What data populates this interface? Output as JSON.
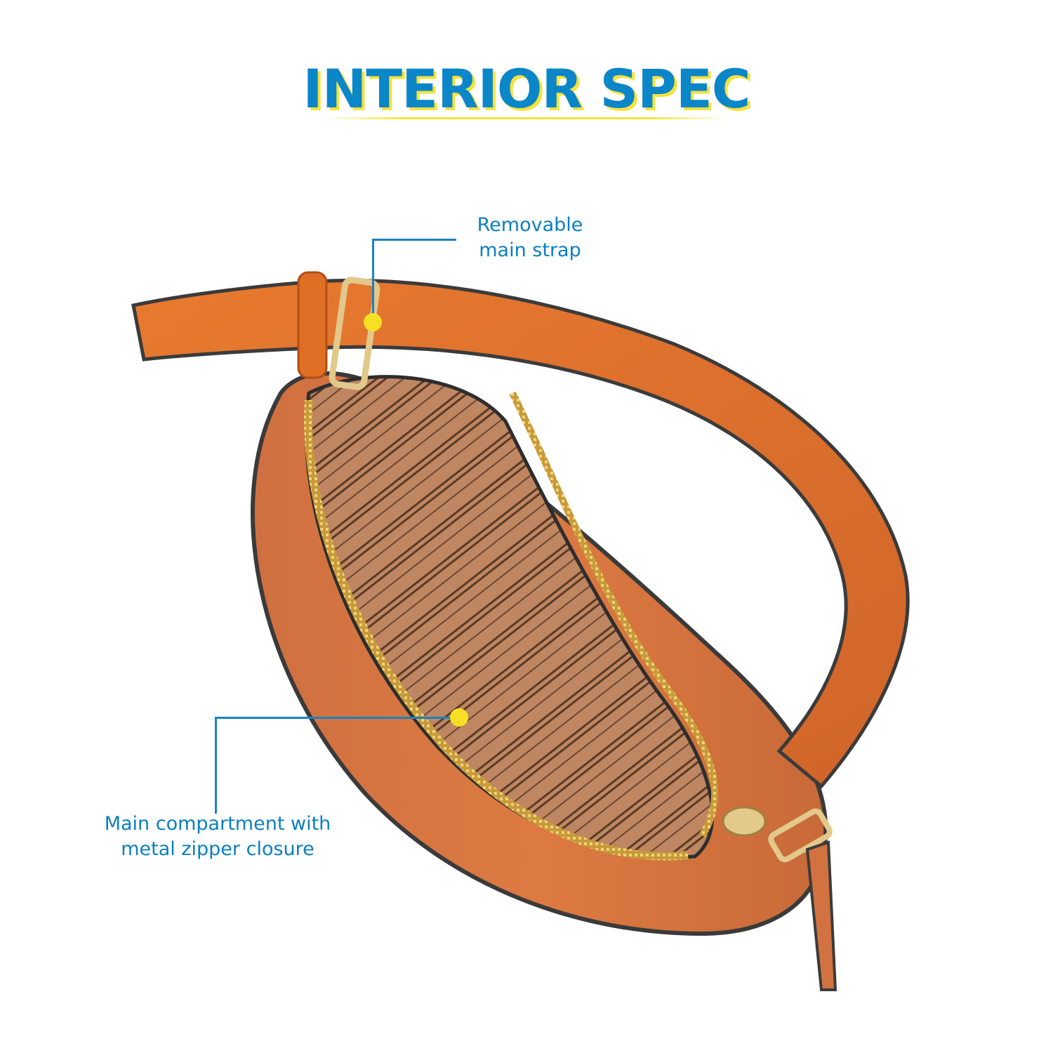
{
  "header": {
    "title": "INTERIOR SPEC",
    "title_color": "#0a86c9",
    "title_shadow_color": "#f5e23a"
  },
  "product": {
    "description": "Orange pebbled leather shoulder bag, open, showing striped brown lining",
    "leather_color": "#e0712a",
    "lining_color": "#b9805c",
    "hardware_color": "#d8b46a"
  },
  "callouts": [
    {
      "id": "strap",
      "text": "Removable main strap",
      "line1": "Removable",
      "line2": "main strap"
    },
    {
      "id": "zipper",
      "text": "Main compartment with metal zipper closure",
      "line1": "Main compartment with",
      "line2": "metal zipper closure"
    }
  ],
  "colors": {
    "callout_text": "#0a7fc2",
    "callout_line": "#1a82c4",
    "marker_dot": "#f7e024"
  }
}
